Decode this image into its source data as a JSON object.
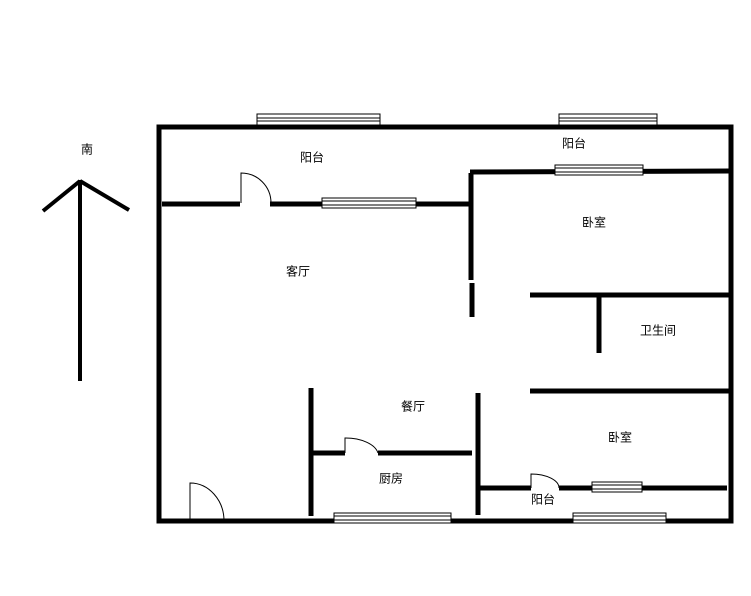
{
  "compass": {
    "label": "南"
  },
  "rooms": {
    "balcony_north_left": "阳台",
    "balcony_north_right": "阳台",
    "bedroom_north": "卧室",
    "living_room": "客厅",
    "bathroom": "卫生间",
    "dining_room": "餐厅",
    "bedroom_south": "卧室",
    "kitchen": "厨房",
    "balcony_south": "阳台"
  },
  "colors": {
    "wall": "#000000",
    "background": "#ffffff"
  }
}
